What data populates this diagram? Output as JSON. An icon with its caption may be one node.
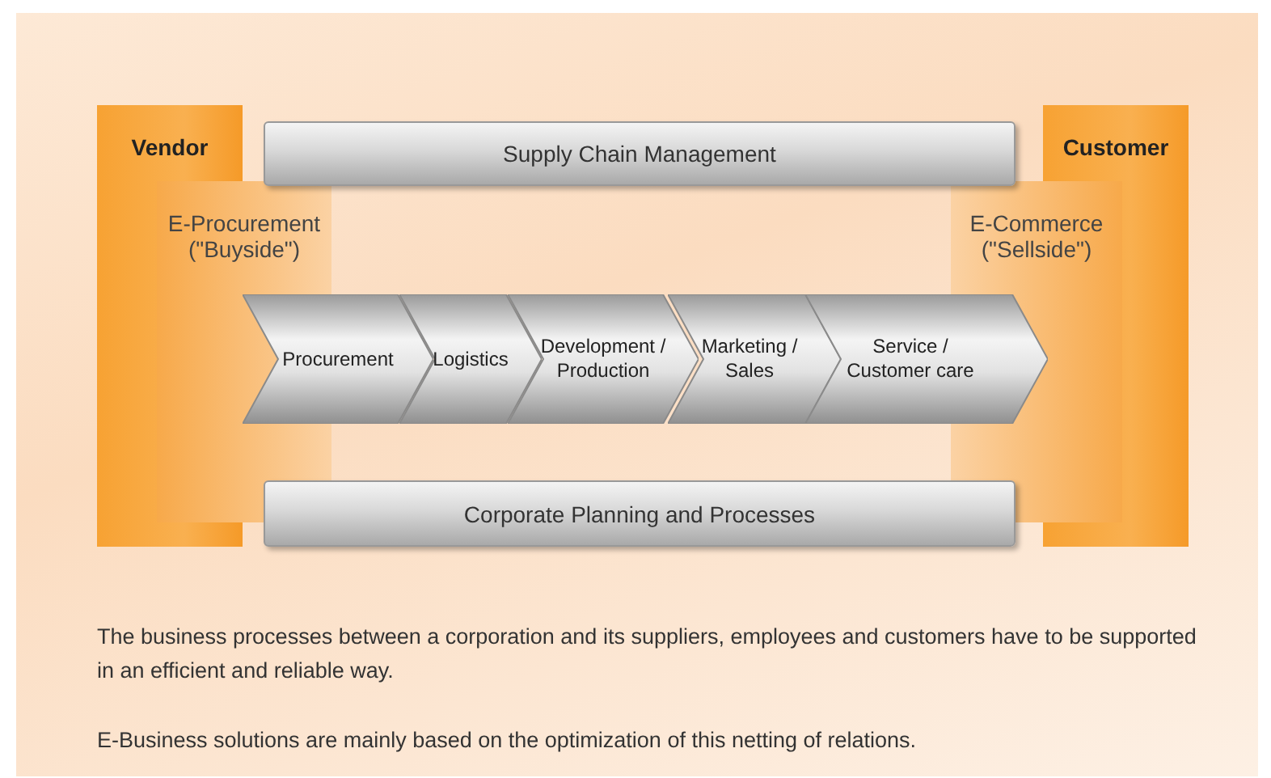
{
  "diagram": {
    "nodes": [
      {
        "text": [
          "Vendor"
        ]
      },
      {
        "text": [
          "E-Procurement (\"Buyside\")"
        ]
      },
      {
        "text": [
          "Customer"
        ]
      },
      {
        "text": [
          "E-Commerce (\"Sellside\")"
        ]
      },
      {
        "text": [
          "Supply Chain Management"
        ]
      },
      {
        "text": [
          "Procurement"
        ]
      },
      {
        "text": [
          "Logistics"
        ]
      },
      {
        "text": [
          "Development / Production"
        ]
      },
      {
        "text": [
          "Marketing / Sales"
        ]
      },
      {
        "text": [
          "Service / Customer care"
        ]
      },
      {
        "text": [
          "Corporate Planning and Processes"
        ]
      }
    ],
    "edges": [],
    "labels": [
      "The business processes between a corporation and its suppliers, employees and customers have to be supported in an efficient and reliable way.",
      "E-Business solutions are mainly based on the optimization of this netting of relations."
    ]
  }
}
